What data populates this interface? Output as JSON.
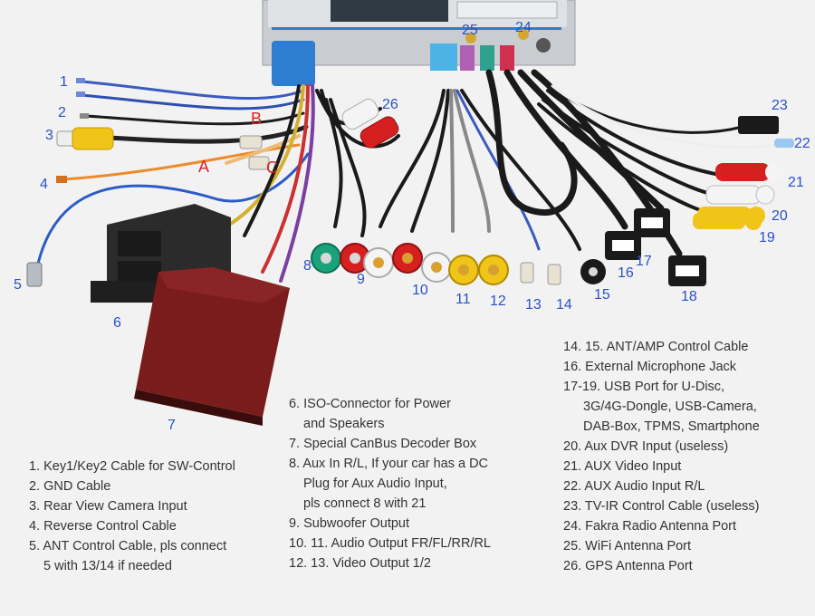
{
  "callouts": [
    {
      "id": "1",
      "text": "1"
    },
    {
      "id": "2",
      "text": "2"
    },
    {
      "id": "3",
      "text": "3"
    },
    {
      "id": "4",
      "text": "4"
    },
    {
      "id": "5",
      "text": "5"
    },
    {
      "id": "6",
      "text": "6"
    },
    {
      "id": "7",
      "text": "7"
    },
    {
      "id": "8",
      "text": "8"
    },
    {
      "id": "9",
      "text": "9"
    },
    {
      "id": "10",
      "text": "10"
    },
    {
      "id": "11",
      "text": "11"
    },
    {
      "id": "12",
      "text": "12"
    },
    {
      "id": "13",
      "text": "13"
    },
    {
      "id": "14",
      "text": "14"
    },
    {
      "id": "15",
      "text": "15"
    },
    {
      "id": "16",
      "text": "16"
    },
    {
      "id": "17",
      "text": "17"
    },
    {
      "id": "18",
      "text": "18"
    },
    {
      "id": "19",
      "text": "19"
    },
    {
      "id": "20",
      "text": "20"
    },
    {
      "id": "21",
      "text": "21"
    },
    {
      "id": "22",
      "text": "22"
    },
    {
      "id": "23",
      "text": "23"
    },
    {
      "id": "24",
      "text": "24"
    },
    {
      "id": "25",
      "text": "25"
    },
    {
      "id": "26",
      "text": "26"
    }
  ],
  "letters": [
    "A",
    "B",
    "C"
  ],
  "legend_left": [
    "1. Key1/Key2 Cable for SW-Control",
    "2. GND Cable",
    "3. Rear View Camera Input",
    "4. Reverse Control Cable",
    "5. ANT Control Cable, pls connect",
    "5 with 13/14 if needed"
  ],
  "legend_middle": [
    "6. ISO-Connector for Power",
    "and Speakers",
    "7. Special CanBus Decoder Box",
    "8. Aux In R/L, If your car has a DC",
    "Plug for Aux Audio Input,",
    "pls connect 8 with 21",
    "9. Subwoofer Output",
    "10. 11. Audio Output FR/FL/RR/RL",
    "12. 13. Video Output 1/2"
  ],
  "legend_right": [
    "14. 15. ANT/AMP Control Cable",
    "16. External Microphone Jack",
    "17-19. USB Port for U-Disc,",
    "3G/4G-Dongle, USB-Camera,",
    "DAB-Box, TPMS, Smartphone",
    "20. Aux DVR Input (useless)",
    "21. AUX Video Input",
    "22. AUX Audio Input R/L",
    "23. TV-IR Control Cable (useless)",
    "24. Fakra Radio Antenna Port",
    "25. WiFi Antenna Port",
    "26. GPS Antenna Port"
  ],
  "colors": {
    "callout": "#2a52c4",
    "letter": "#e02222",
    "text": "#333333",
    "background": "#f2f2f2",
    "rca_red": "#d62020",
    "rca_yellow": "#f0c419",
    "rca_white": "#f4f4f4",
    "rca_green": "#1aa37a",
    "decoder_box": "#5a1516",
    "iso_connector": "#2b2b2b",
    "cable_black": "#1a1a1a"
  }
}
